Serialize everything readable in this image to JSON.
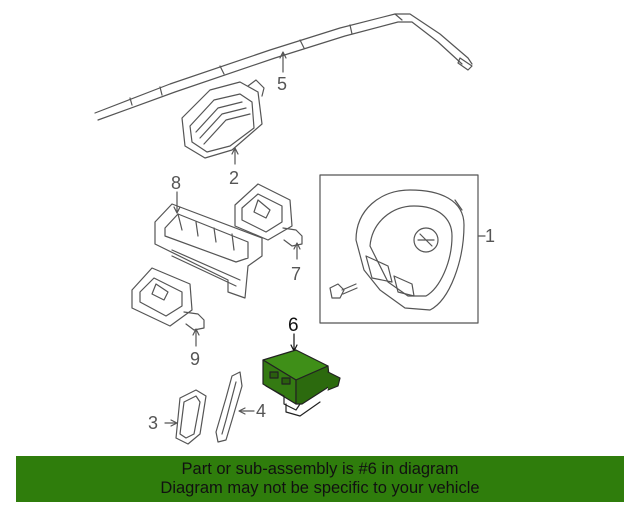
{
  "diagram": {
    "callouts": {
      "c1": "1",
      "c2": "2",
      "c3": "3",
      "c4": "4",
      "c5": "5",
      "c6": "6",
      "c7": "7",
      "c8": "8",
      "c9": "9"
    },
    "highlight_color": "#3a8a14",
    "line_color": "#555555"
  },
  "banner": {
    "line1": "Part or sub-assembly is #6 in diagram",
    "line2": "Diagram may not be specific to your vehicle",
    "background": "#2f7d0c"
  }
}
